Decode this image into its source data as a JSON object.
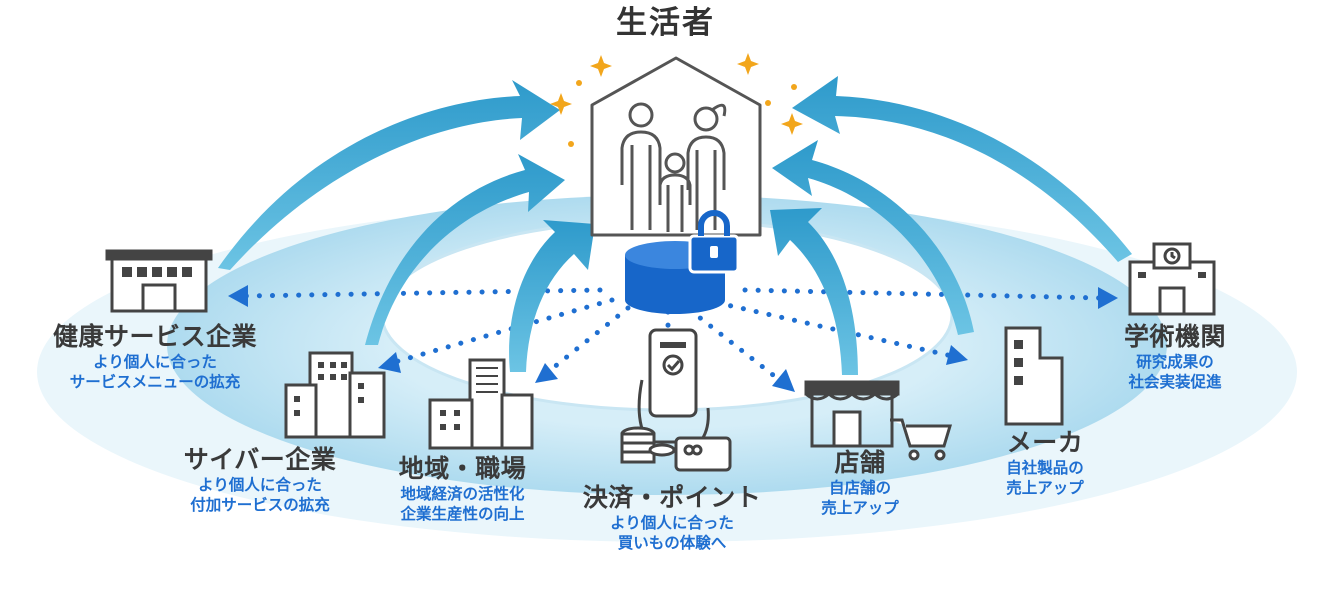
{
  "center": {
    "title": "生活者"
  },
  "nodes": [
    {
      "id": "health",
      "name": "健康サービス企業",
      "desc1": "より個人に合った",
      "desc2": "サービスメニューの拡充"
    },
    {
      "id": "cyber",
      "name": "サイバー企業",
      "desc1": "より個人に合った",
      "desc2": "付加サービスの拡充"
    },
    {
      "id": "region",
      "name": "地域・職場",
      "desc1": "地域経済の活性化",
      "desc2": "企業生産性の向上"
    },
    {
      "id": "payment",
      "name": "決済・ポイント",
      "desc1": "より個人に合った",
      "desc2": "買いもの体験へ"
    },
    {
      "id": "store",
      "name": "店舗",
      "desc1": "自店舗の",
      "desc2": "売上アップ"
    },
    {
      "id": "maker",
      "name": "メーカ",
      "desc1": "自社製品の",
      "desc2": "売上アップ"
    },
    {
      "id": "academic",
      "name": "学術機関",
      "desc1": "研究成果の",
      "desc2": "社会実装促進"
    }
  ],
  "icons": {
    "center": "house-family-icon",
    "database": "database-lock-icon",
    "health": "storefront-building-icon",
    "cyber": "office-buildings-icon",
    "region": "office-tower-icon",
    "payment": "smartphone-payment-icon",
    "store": "shop-cart-icon",
    "maker": "factory-building-icon",
    "academic": "school-building-icon"
  },
  "colors": {
    "arrow": "#3aa5cf",
    "dots": "#1f6fd1",
    "database": "#1766c9",
    "sparkle": "#f2a61c",
    "name_text": "#3a3a3a",
    "desc_text": "#1f6fd1",
    "ellipse_outer": "#e6f3fa",
    "ellipse_mid": "#b9e0f1"
  }
}
